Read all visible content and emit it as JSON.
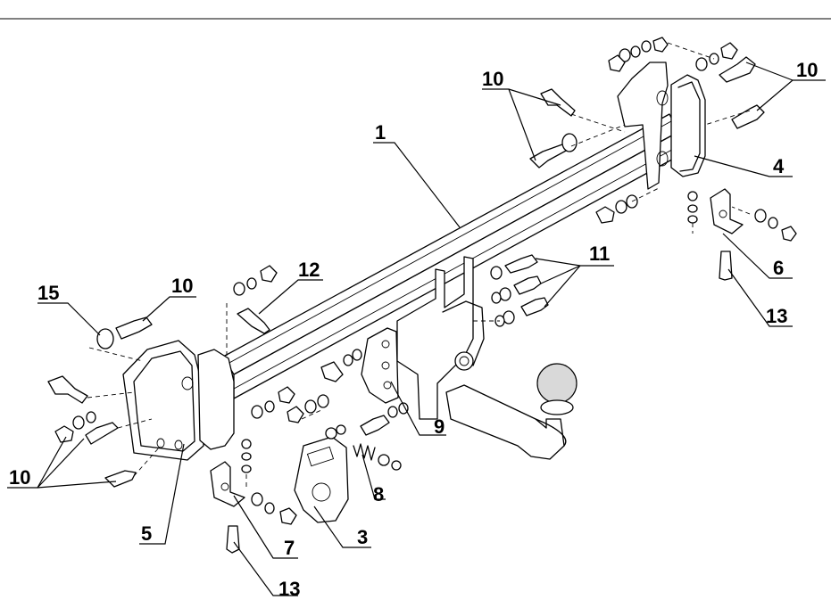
{
  "diagram": {
    "labels": {
      "l1": "1",
      "l3": "3",
      "l4": "4",
      "l5": "5",
      "l6": "6",
      "l7": "7",
      "l8": "8",
      "l9": "9",
      "l10_top": "10",
      "l10_right": "10",
      "l10_left": "10",
      "l10_bottom": "10",
      "l11": "11",
      "l12": "12",
      "l13_right": "13",
      "l13_bottom": "13",
      "l15": "15"
    }
  }
}
